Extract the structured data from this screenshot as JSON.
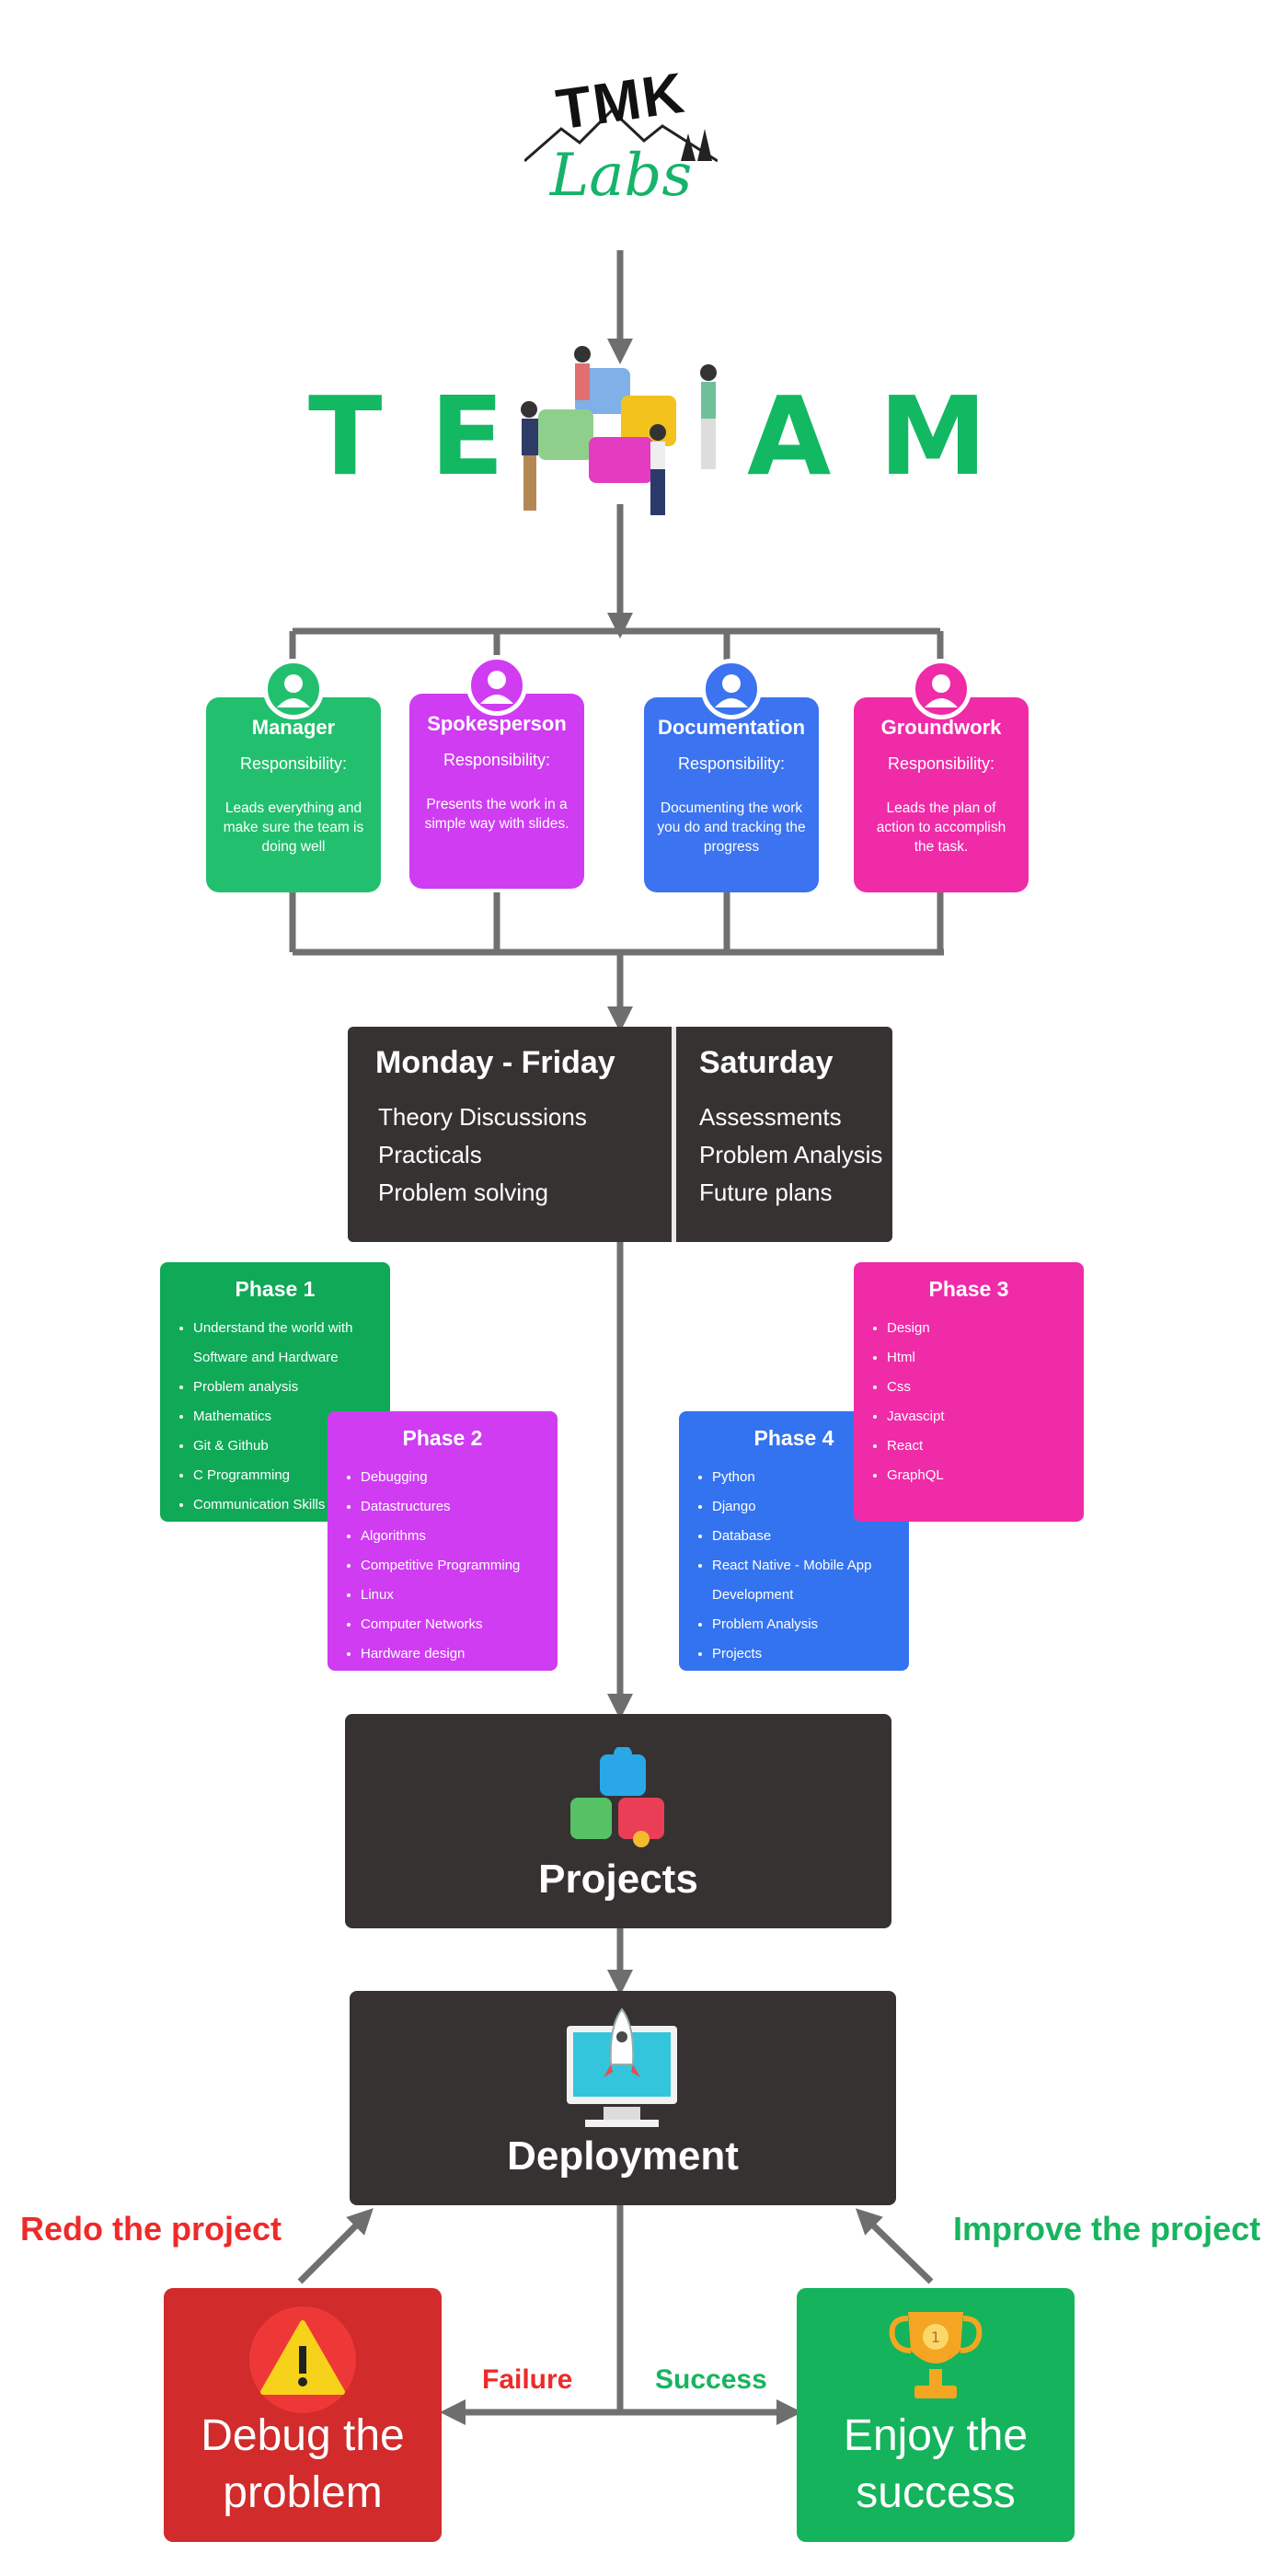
{
  "logo": {
    "top": "TMK",
    "bottom": "Labs"
  },
  "team": {
    "left": "TE",
    "right": "AM"
  },
  "roles": [
    {
      "title": "Manager",
      "resp": "Responsibility:",
      "desc": "Leads everything and make sure the team is doing well",
      "color": "#22c06e"
    },
    {
      "title": "Spokesperson",
      "resp": "Responsibility:",
      "desc": "Presents the work in a simple way with slides.",
      "color": "#cf3cf2"
    },
    {
      "title": "Documentation",
      "resp": "Responsibility:",
      "desc": "Documenting the work you do and tracking the progress",
      "color": "#3b73f0"
    },
    {
      "title": "Groundwork",
      "resp": "Responsibility:",
      "desc": "Leads the plan of action to accomplish the task.",
      "color": "#ef2ba8"
    }
  ],
  "schedule": {
    "weekday_title": "Monday - Friday",
    "weekday_items": [
      "Theory Discussions",
      "Practicals",
      "Problem solving"
    ],
    "saturday_title": "Saturday",
    "saturday_items": [
      "Assessments",
      "Problem Analysis",
      "Future plans"
    ]
  },
  "phases": [
    {
      "title": "Phase 1",
      "color": "#10a957",
      "items": [
        "Understand the world with Software and Hardware",
        "Problem analysis",
        "Mathematics",
        "Git & Github",
        "C Programming",
        "Communication Skills"
      ]
    },
    {
      "title": "Phase 2",
      "color": "#cf3cf2",
      "items": [
        "Debugging",
        "Datastructures",
        "Algorithms",
        "Competitive Programming",
        "Linux",
        "Computer Networks",
        "Hardware design"
      ]
    },
    {
      "title": "Phase 3",
      "color": "#ef2ba8",
      "items": [
        "Design",
        "Html",
        "Css",
        "Javascipt",
        "React",
        "GraphQL"
      ]
    },
    {
      "title": "Phase 4",
      "color": "#3373f0",
      "items": [
        "Python",
        "Django",
        "Database",
        "React Native - Mobile App Development",
        "Problem Analysis",
        "Projects"
      ]
    }
  ],
  "projects": {
    "label": "Projects"
  },
  "deployment": {
    "label": "Deployment"
  },
  "redo": {
    "text": "Redo the project",
    "color": "#ee2a2a"
  },
  "improve": {
    "text": "Improve the project",
    "color": "#18b45f"
  },
  "failure": {
    "text": "Failure",
    "color": "#ee2a2a"
  },
  "success": {
    "text": "Success",
    "color": "#18b45f"
  },
  "debug": {
    "label": "Debug the problem",
    "color": "#d12b2b"
  },
  "enjoy": {
    "label": "Enjoy the success",
    "color": "#14b35c"
  }
}
